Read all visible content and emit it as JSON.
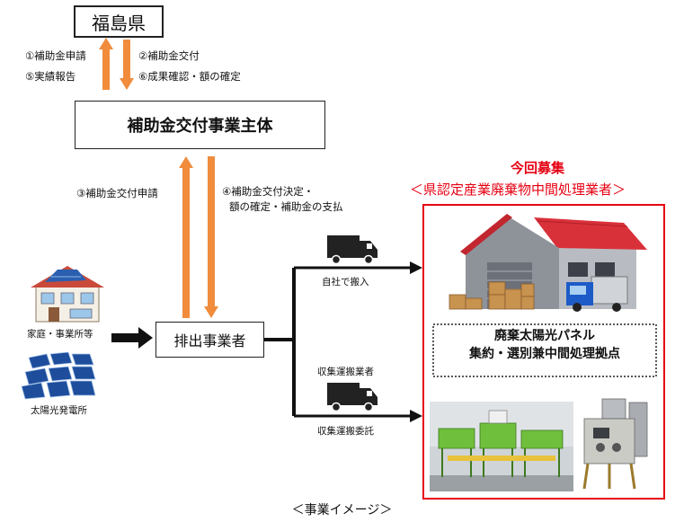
{
  "nodes": {
    "fukushima": "福島県",
    "subsidy_entity": "補助金交付事業主体",
    "emitter": "排出事業者",
    "household": "家庭・事業所等",
    "solar_plant": "太陽光発電所",
    "hub_line1": "廃棄太陽光パネル",
    "hub_line2": "集約・選別兼中間処理拠点"
  },
  "arrows": {
    "up1": "①補助金申請",
    "up2": "⑤実績報告",
    "down1": "②補助金交付",
    "down2": "⑥成果確認・額の確定",
    "up3": "③補助金交付申請",
    "down3_line1": "④補助金交付決定・",
    "down3_line2": "額の確定・補助金の支払",
    "self_transport": "自社で搬入",
    "collector": "収集運搬業者",
    "consign": "収集運搬委託"
  },
  "recruit": {
    "title": "今回募集",
    "subtitle": "＜県認定産業廃棄物中間処理業者＞"
  },
  "caption": "＜事業イメージ＞",
  "colors": {
    "arrow_orange": "#f08c3c",
    "accent_red": "#e60012"
  }
}
